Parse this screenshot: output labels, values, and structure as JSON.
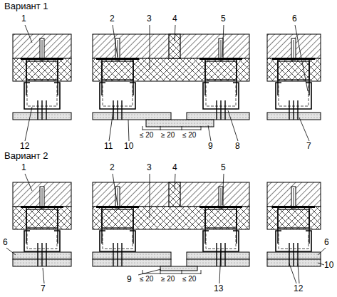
{
  "diagram": {
    "labels": [
      "Вариант 1",
      "1",
      "2",
      "3",
      "4",
      "5",
      "6",
      "12",
      "11",
      "10",
      "≤ 20",
      "≥ 20",
      "≤ 20",
      "9",
      "8",
      "7",
      "Вариант 2",
      "1",
      "2",
      "3",
      "4",
      "5",
      "6",
      "6",
      "10",
      "7",
      "9",
      "≤ 20",
      "≥ 20",
      "≤ 20",
      "13",
      "12"
    ]
  }
}
